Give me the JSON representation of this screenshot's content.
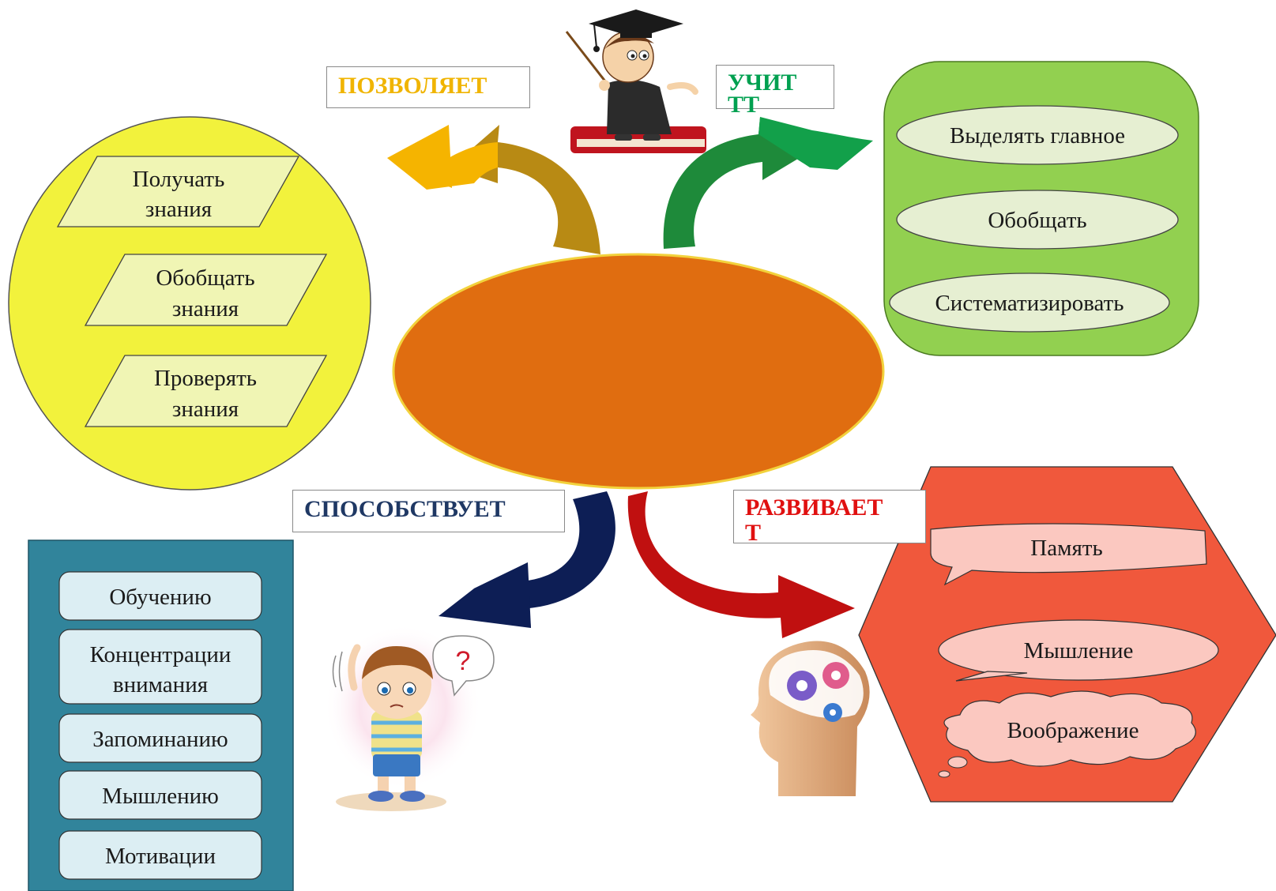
{
  "colors": {
    "yellow_circle": "#f2f23c",
    "orange_center": "#e06d10",
    "green_box": "#92d050",
    "teal_box": "#31849b",
    "red_hexagon": "#f0583c",
    "label_allows": "#f0b400",
    "label_teaches": "#00a050",
    "label_promotes": "#1f3864",
    "label_develops": "#e01010"
  },
  "labels": {
    "allows": "ПОЗВОЛЯЕТ",
    "teaches_line1": "УЧИТ",
    "teaches_line2": "ТТ",
    "promotes": "СПОСОБСТВУЕТ",
    "develops_line1": "РАЗВИВАЕТ",
    "develops_line2": "Т"
  },
  "left_circle": {
    "items": [
      {
        "line1": "Получать",
        "line2": "знания"
      },
      {
        "line1": "Обобщать",
        "line2": "знания"
      },
      {
        "line1": "Проверять",
        "line2": "знания"
      }
    ]
  },
  "right_box": {
    "items": [
      "Выделять главное",
      "Обобщать",
      "Систематизировать"
    ]
  },
  "bottom_left_box": {
    "items": [
      {
        "line1": "Обучению",
        "line2": ""
      },
      {
        "line1": "Концентрации",
        "line2": "внимания"
      },
      {
        "line1": "Запоминанию",
        "line2": ""
      },
      {
        "line1": "Мышлению",
        "line2": ""
      },
      {
        "line1": "Мотивации",
        "line2": ""
      }
    ]
  },
  "hexagon": {
    "items": [
      "Память",
      "Мышление",
      "Воображение"
    ]
  },
  "icons": {
    "professor": "professor-illustration",
    "child": "confused-child-illustration",
    "head": "head-with-gears-illustration"
  }
}
